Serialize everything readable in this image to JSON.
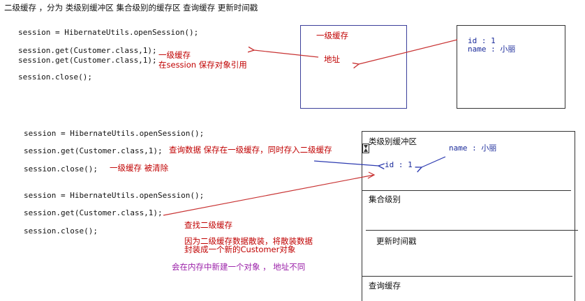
{
  "title": "二级缓存 ，分为 类级别缓冲区 集合级别的缓存区 查询缓存 更新时间戳",
  "top": {
    "code": [
      "session = HibernateUtils.openSession();",
      "session.get(Customer.class,1);",
      "session.get(Customer.class,1);",
      "session.close();"
    ],
    "note1": "一级缓存",
    "note2": "在session 保存对象引用",
    "cache_box": {
      "label": "一级缓存",
      "address": "地址"
    },
    "object_box": {
      "id": "id : 1",
      "name": "name : 小丽"
    }
  },
  "bottom": {
    "code": [
      "session = HibernateUtils.openSession();",
      "session.get(Customer.class,1);",
      "session.close();",
      "session = HibernateUtils.openSession();",
      "session.get(Customer.class,1);",
      "session.close();"
    ],
    "note_query": "查询数据 保存在一级缓存，同时存入二级缓存",
    "note_clear": "一级缓存 被清除",
    "note_find": "查找二级缓存",
    "note_scatter_1": "因为二级缓存数据散装，将散装数据",
    "note_scatter_2": "封装成一个新的Customer对象",
    "note_new": "会在内存中新建一个对象 ， 地址不同",
    "second_cache": {
      "class_level": "类级别缓冲区",
      "name": "name : 小丽",
      "id": "id : 1",
      "collection_level": "集合级别",
      "timestamp": "更新时间戳",
      "query_cache": "查询缓存"
    }
  },
  "colors": {
    "red": "#c00000",
    "navy": "#1a2a9a",
    "purple": "#9a1fa8"
  }
}
